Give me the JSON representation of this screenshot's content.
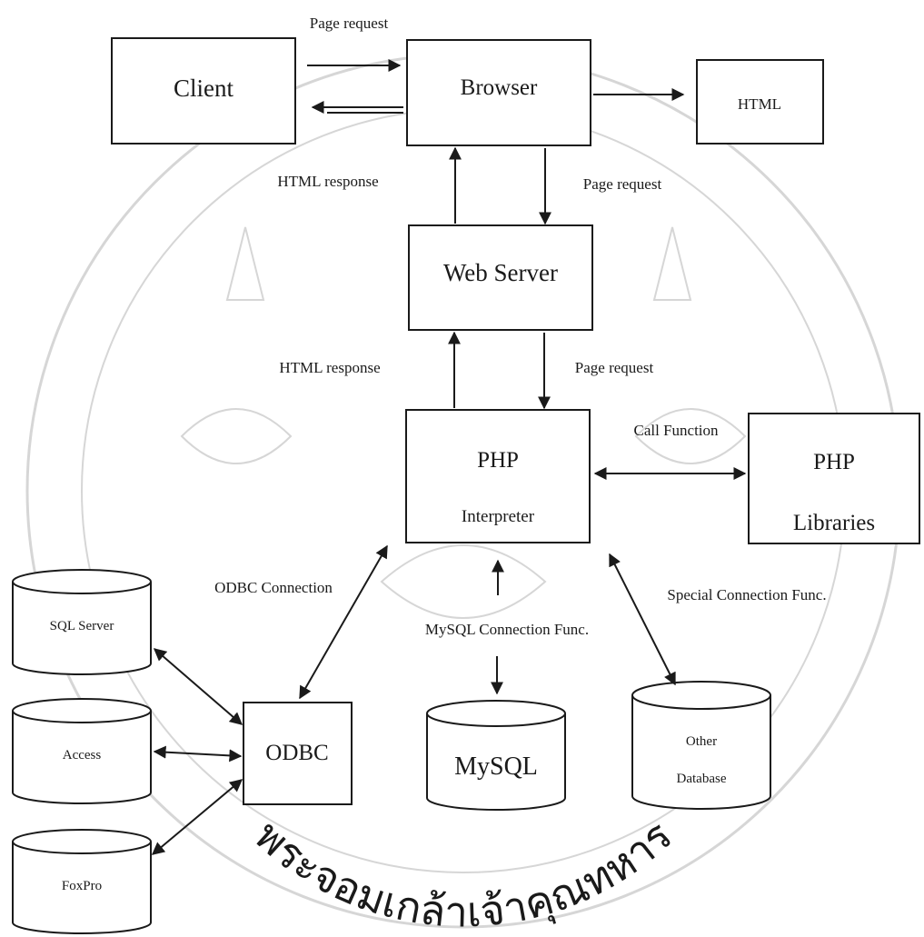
{
  "nodes": {
    "client": "Client",
    "browser": "Browser",
    "html": "HTML",
    "web_server": "Web Server",
    "php_interpreter_line1": "PHP",
    "php_interpreter_line2": "Interpreter",
    "php_libraries_line1": "PHP",
    "php_libraries_line2": "Libraries",
    "odbc": "ODBC",
    "sql_server": "SQL Server",
    "access": "Access",
    "foxpro": "FoxPro",
    "mysql": "MySQL",
    "other_database_line1": "Other",
    "other_database_line2": "Database"
  },
  "edges": {
    "page_request_top": "Page request",
    "html_response_1": "HTML response",
    "page_request_2": "Page request",
    "html_response_2": "HTML response",
    "page_request_3": "Page request",
    "call_function": "Call Function",
    "odbc_connection": "ODBC Connection",
    "mysql_connection": "MySQL Connection Func.",
    "special_connection": "Special Connection Func."
  },
  "watermark": {
    "text": "พระจอมเกล้าเจ้าคุณทหาร",
    "color": "#c8c8c8"
  }
}
